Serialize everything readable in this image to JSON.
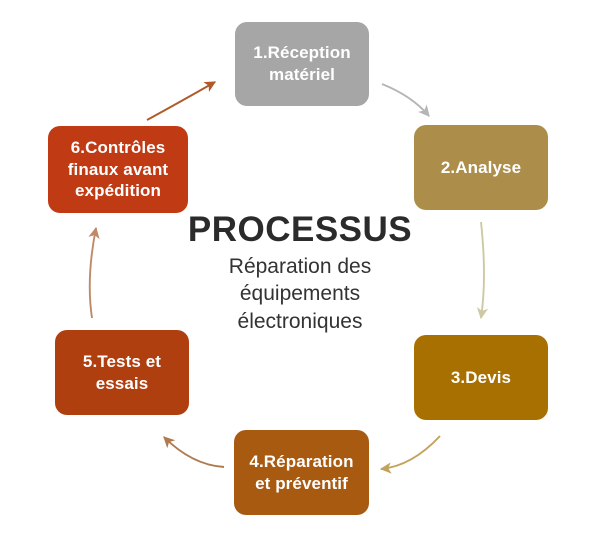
{
  "diagram": {
    "type": "cycle",
    "background_color": "#ffffff",
    "center": {
      "title": "PROCESSUS",
      "subtitle": "Réparation des\néquipements\nélectroniques",
      "title_color": "#2b2b2b",
      "subtitle_color": "#333333"
    },
    "nodes": [
      {
        "id": "1",
        "label": "1.Réception\nmatériel",
        "color": "#a6a6a6",
        "text_color": "#ffffff"
      },
      {
        "id": "2",
        "label": "2.Analyse",
        "color": "#ad8d4a",
        "text_color": "#ffffff"
      },
      {
        "id": "3",
        "label": "3.Devis",
        "color": "#a87000",
        "text_color": "#ffffff"
      },
      {
        "id": "4",
        "label": "4.Réparation\net préventif",
        "color": "#a85a10",
        "text_color": "#ffffff"
      },
      {
        "id": "5",
        "label": "5.Tests et\nessais",
        "color": "#b03f10",
        "text_color": "#ffffff"
      },
      {
        "id": "6",
        "label": "6.Contrôles\nfinaux avant\nexpédition",
        "color": "#c03a14",
        "text_color": "#ffffff"
      }
    ],
    "arrows": [
      {
        "from": "1",
        "to": "2",
        "color": "#b5b5b5"
      },
      {
        "from": "2",
        "to": "3",
        "color": "#cdc9a4"
      },
      {
        "from": "3",
        "to": "4",
        "color": "#c2a35c"
      },
      {
        "from": "4",
        "to": "5",
        "color": "#b07a4e"
      },
      {
        "from": "5",
        "to": "6",
        "color": "#c08a6a"
      },
      {
        "from": "6",
        "to": "1",
        "color": "#b05a28"
      }
    ]
  }
}
